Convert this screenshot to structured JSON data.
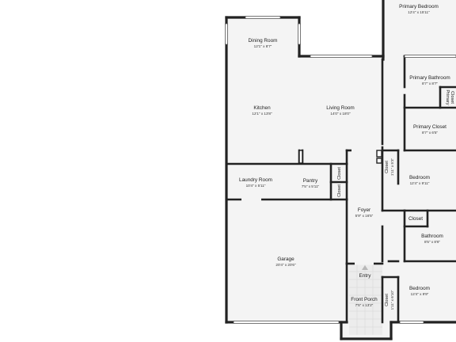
{
  "rooms": {
    "primary_bedroom": {
      "name": "Primary Bedroom",
      "dims": "12'4\" x 15'11\""
    },
    "dining_room": {
      "name": "Dining Room",
      "dims": "12'1\" x 8'7\""
    },
    "primary_bathroom": {
      "name": "Primary Bathroom",
      "dims": "8'7\" x 8'7\""
    },
    "primary_closet": {
      "name": "Primary Closet",
      "dims": "8'7\" x 6'5\""
    },
    "kitchen": {
      "name": "Kitchen",
      "dims": "12'1\" x 13'8\""
    },
    "living_room": {
      "name": "Living Room",
      "dims": "14'0\" x 18'0\""
    },
    "laundry_room": {
      "name": "Laundry Room",
      "dims": "10'4\" x 5'11\""
    },
    "pantry": {
      "name": "Pantry",
      "dims": "7'5\" x 5'11\""
    },
    "bedroom_1": {
      "name": "Bedroom",
      "dims": "12'4\" x 9'11\""
    },
    "foyer": {
      "name": "Foyer",
      "dims": "5'9\" x 16'5\""
    },
    "bathroom": {
      "name": "Bathroom",
      "dims": "8'5\" x 8'6\""
    },
    "garage": {
      "name": "Garage",
      "dims": "20'4\" x 20'6\""
    },
    "entry": {
      "name": "Entry"
    },
    "front_porch": {
      "name": "Front Porch",
      "dims": "7'5\" x 13'2\""
    },
    "bedroom_2": {
      "name": "Bedroom",
      "dims": "12'4\" x 9'9\""
    }
  },
  "closets": {
    "primary_closet_small": {
      "line1": "Primary",
      "line2": "Closet"
    },
    "laundry_closet_top": {
      "label": "Closet"
    },
    "laundry_closet_bottom": {
      "label": "Closet"
    },
    "bedroom1_closet": {
      "label": "Closet",
      "dims": "1'11\" x 5'3\""
    },
    "hall_closet": {
      "label": "Closet"
    },
    "bedroom2_closet": {
      "label": "Closet",
      "dims": "1'11\" x 6'10\""
    }
  }
}
